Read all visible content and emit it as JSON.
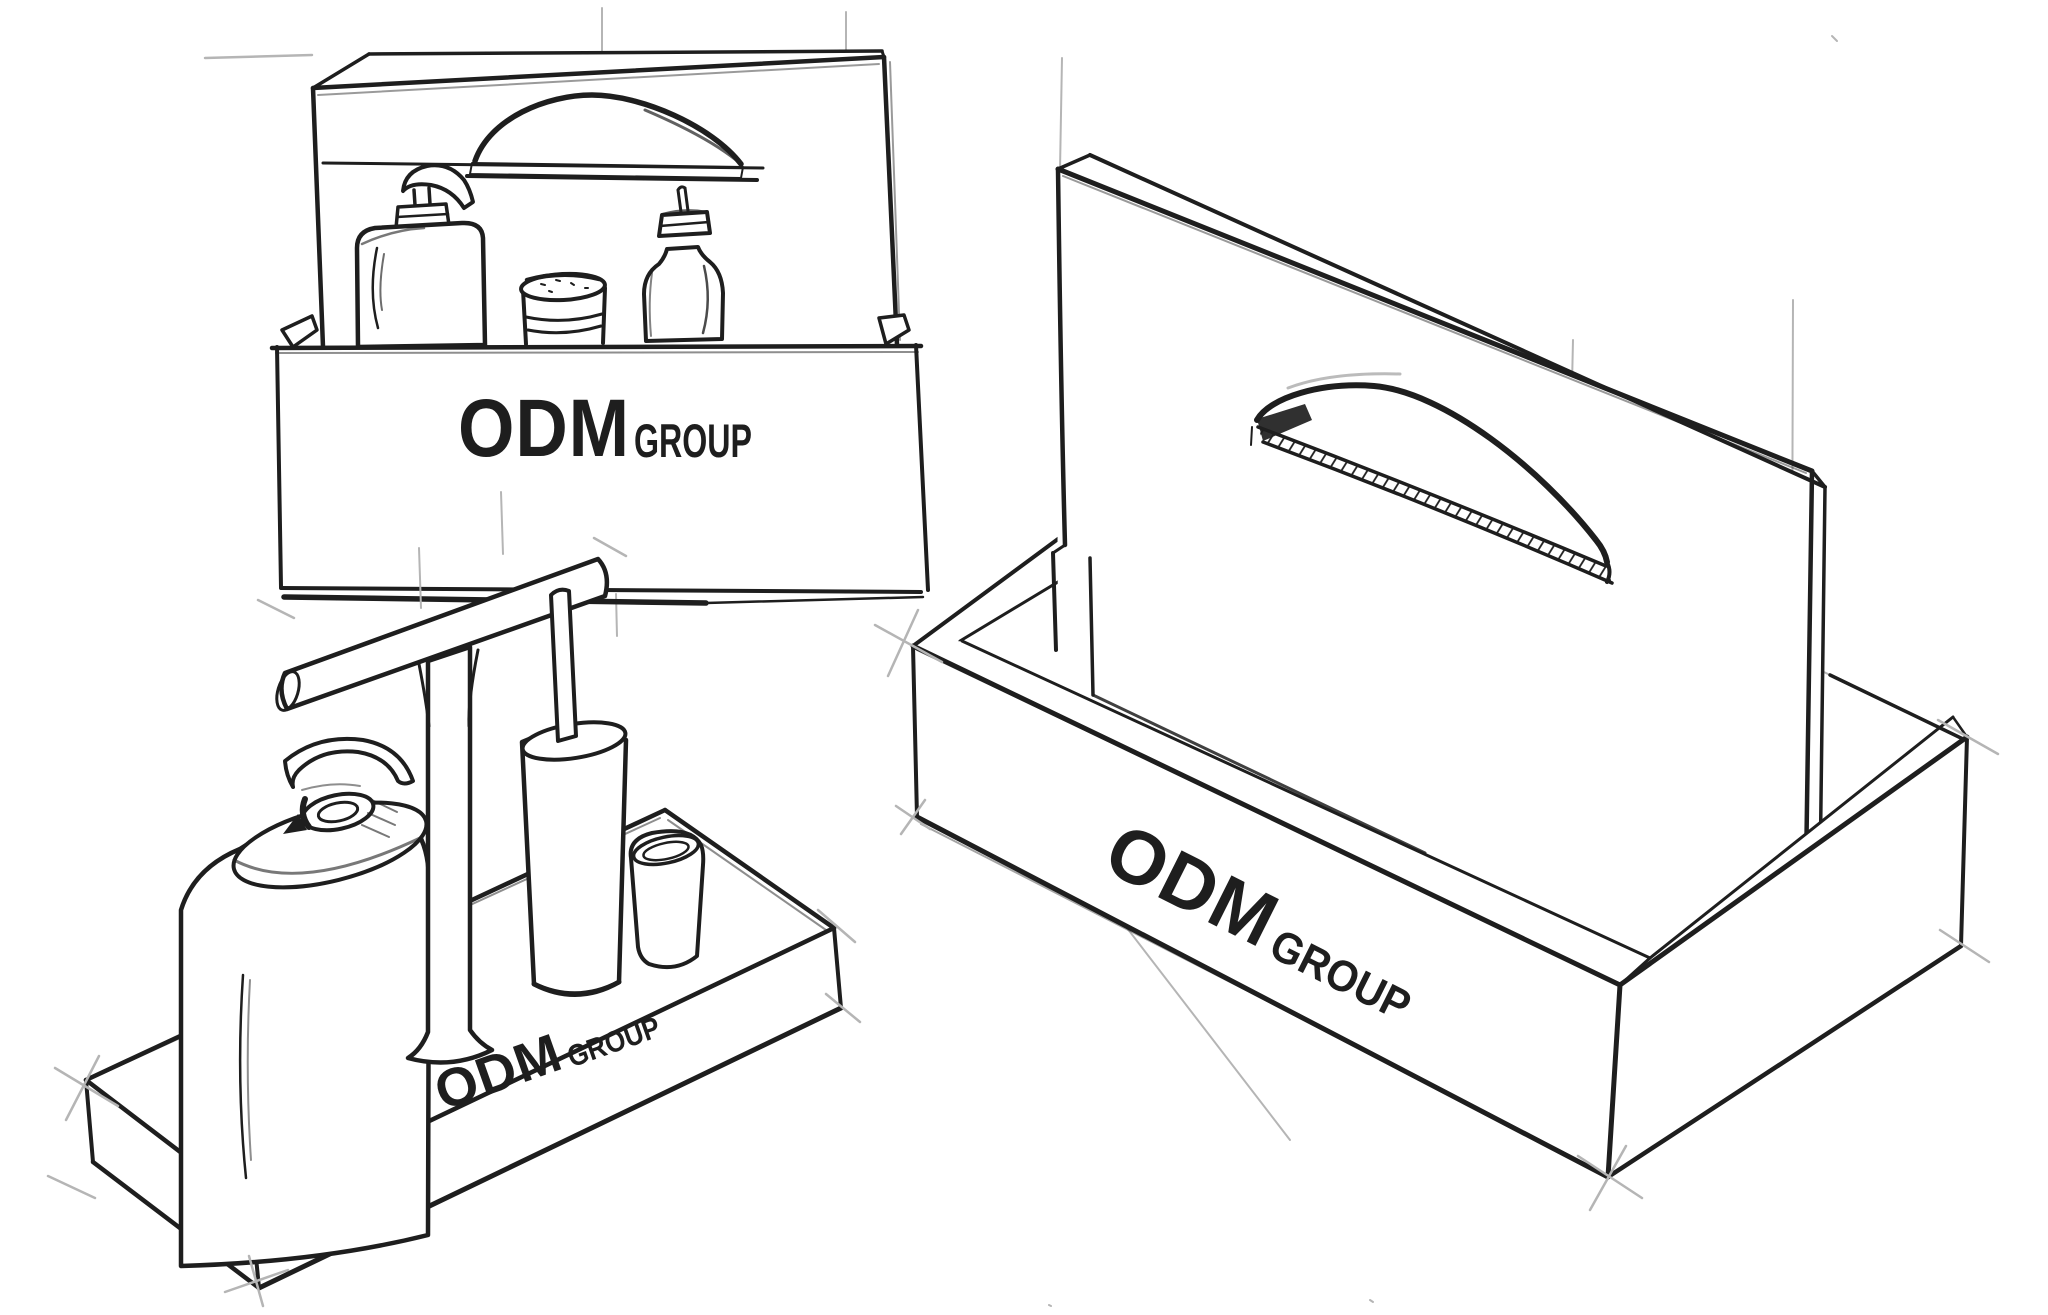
{
  "canvas": {
    "background": "#ffffff",
    "ink": "#1e1e1e",
    "construction": "#b5b5b5"
  },
  "sketches": {
    "front_display": {
      "logo_main": "ODM",
      "logo_sub": "GROUP"
    },
    "tray_caddy": {
      "logo_main": "ODM",
      "logo_sub": "GROUP"
    },
    "isometric_caddy": {
      "logo_main": "ODM",
      "logo_sub": "GROUP"
    }
  }
}
